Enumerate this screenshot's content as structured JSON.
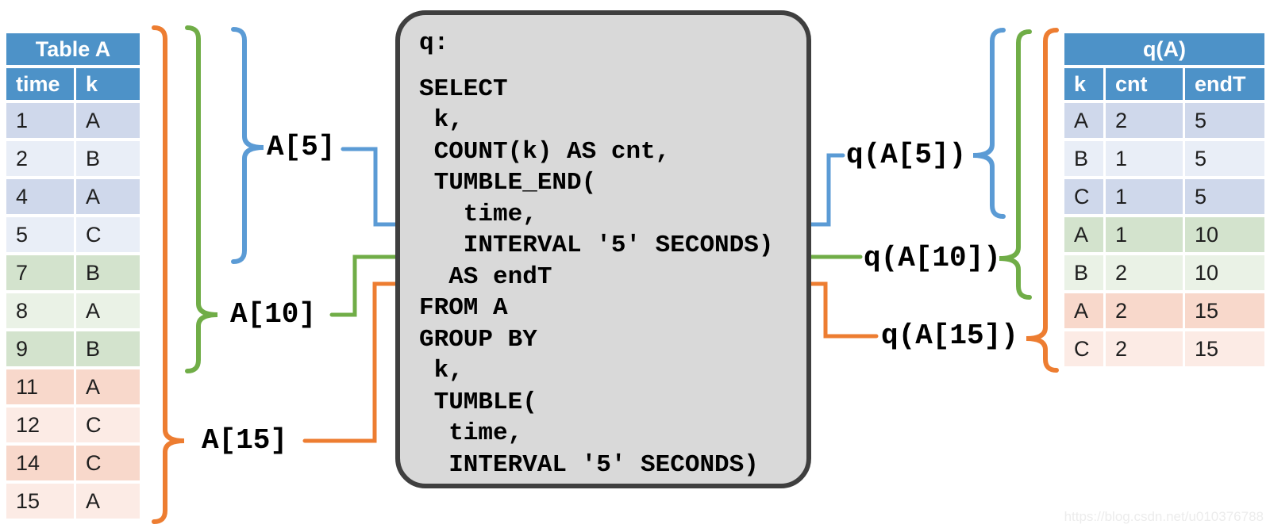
{
  "colors": {
    "blue": "#5B9BD5",
    "green": "#70AD47",
    "orange": "#ED7D31",
    "header_blue": "#4D92C8",
    "window5_dark": "#CFD8EB",
    "window5_light": "#E9EEF7",
    "window10_dark": "#D3E3CD",
    "window10_light": "#EAF2E6",
    "window15_dark": "#F8D8CB",
    "window15_light": "#FCEBE5",
    "code_box_fill": "#D9D9D9",
    "code_box_border": "#3F3F3F"
  },
  "left_table": {
    "title": "Table A",
    "columns": [
      "time",
      "k"
    ],
    "rows": [
      {
        "time": "1",
        "k": "A"
      },
      {
        "time": "2",
        "k": "B"
      },
      {
        "time": "4",
        "k": "A"
      },
      {
        "time": "5",
        "k": "C"
      },
      {
        "time": "7",
        "k": "B"
      },
      {
        "time": "8",
        "k": "A"
      },
      {
        "time": "9",
        "k": "B"
      },
      {
        "time": "11",
        "k": "A"
      },
      {
        "time": "12",
        "k": "C"
      },
      {
        "time": "14",
        "k": "C"
      },
      {
        "time": "15",
        "k": "A"
      }
    ]
  },
  "code_box": {
    "lines": [
      "q:",
      "",
      "SELECT",
      " k,",
      " COUNT(k) AS cnt,",
      " TUMBLE_END(",
      "   time,",
      "   INTERVAL '5' SECONDS)",
      "  AS endT",
      "FROM A",
      "GROUP BY",
      " k,",
      " TUMBLE(",
      "  time,",
      "  INTERVAL '5' SECONDS)"
    ]
  },
  "window_labels": {
    "a5": "A[5]",
    "a10": "A[10]",
    "a15": "A[15]"
  },
  "output_labels": {
    "qa5": "q(A[5])",
    "qa10": "q(A[10])",
    "qa15": "q(A[15])"
  },
  "right_table": {
    "title": "q(A)",
    "columns": [
      "k",
      "cnt",
      "endT"
    ],
    "rows": [
      {
        "k": "A",
        "cnt": "2",
        "endT": "5"
      },
      {
        "k": "B",
        "cnt": "1",
        "endT": "5"
      },
      {
        "k": "C",
        "cnt": "1",
        "endT": "5"
      },
      {
        "k": "A",
        "cnt": "1",
        "endT": "10"
      },
      {
        "k": "B",
        "cnt": "2",
        "endT": "10"
      },
      {
        "k": "A",
        "cnt": "2",
        "endT": "15"
      },
      {
        "k": "C",
        "cnt": "2",
        "endT": "15"
      }
    ]
  },
  "watermark": "https://blog.csdn.net/u010376788"
}
